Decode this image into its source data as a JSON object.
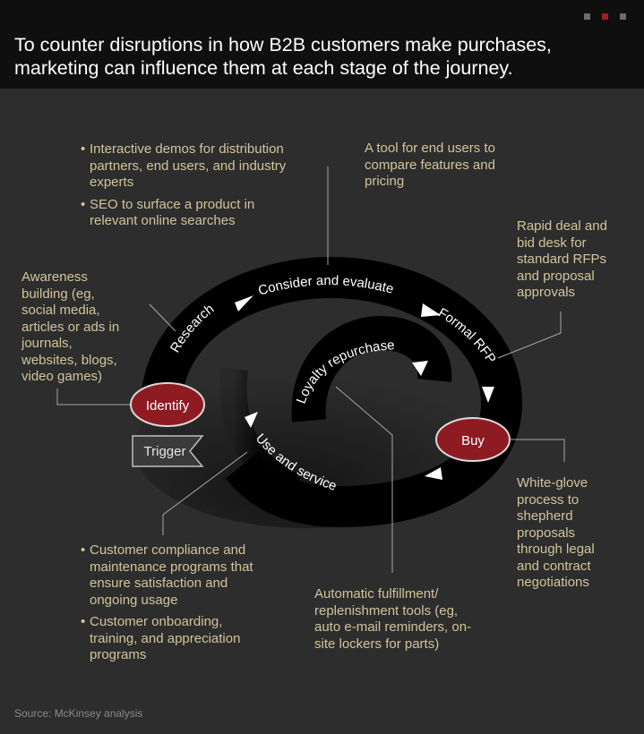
{
  "header": {
    "title": "To counter disruptions in how B2B customers make purchases, marketing can influence them at each stage of the journey.",
    "dots": [
      {
        "color": "#6b6b6b"
      },
      {
        "color": "#a11c24"
      },
      {
        "color": "#6b6b6b"
      }
    ]
  },
  "diagram": {
    "nodes": {
      "identify": "Identify",
      "buy": "Buy",
      "trigger": "Trigger"
    },
    "stages": {
      "research": "Research",
      "consider": "Consider and evaluate",
      "rfp": "Formal RFP",
      "use": "Use and service",
      "loyalty": "Loyalty repurchase"
    },
    "annotations": {
      "research_bullets": [
        "Interactive demos for distribution partners, end users, and industry experts",
        "SEO to surface a product in relevant online searches"
      ],
      "consider": "A tool for end users to compare features and pricing",
      "rfp": "Rapid deal and bid desk for standard RFPs and proposal approvals",
      "identify": "Awareness building (eg, social media, articles or ads in journals, websites, blogs, video games)",
      "buy": "White-glove process to shepherd proposals through legal and contract negotiations",
      "use_bullets": [
        "Customer compliance and maintenance programs that ensure satisfaction and ongoing usage",
        "Customer onboarding, training, and appreciation programs"
      ],
      "loyalty": "Automatic fulfillment/ replenishment tools (eg, auto e-mail reminders, on-site lockers for parts)"
    },
    "colors": {
      "band": "#000000",
      "node": "#8e1b22",
      "accent_text": "#d2c49a",
      "leader": "#a8a8a8"
    }
  },
  "footer": {
    "source": "Source: McKinsey analysis"
  }
}
